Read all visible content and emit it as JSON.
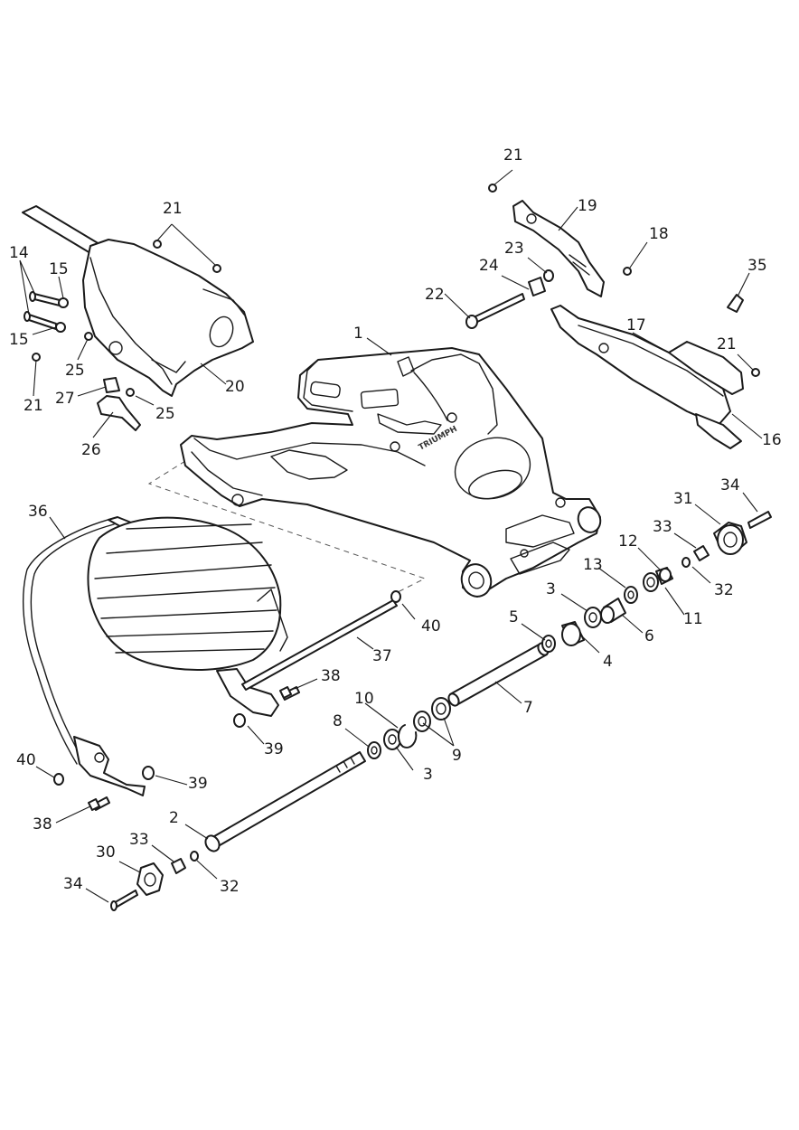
{
  "labels": [
    {
      "id": "l1",
      "text": "1"
    },
    {
      "id": "l2",
      "text": "2"
    },
    {
      "id": "l3a",
      "text": "3"
    },
    {
      "id": "l3b",
      "text": "3"
    },
    {
      "id": "l4",
      "text": "4"
    },
    {
      "id": "l5",
      "text": "5"
    },
    {
      "id": "l6",
      "text": "6"
    },
    {
      "id": "l7",
      "text": "7"
    },
    {
      "id": "l8",
      "text": "8"
    },
    {
      "id": "l9",
      "text": "9"
    },
    {
      "id": "l10",
      "text": "10"
    },
    {
      "id": "l11",
      "text": "11"
    },
    {
      "id": "l12",
      "text": "12"
    },
    {
      "id": "l13",
      "text": "13"
    },
    {
      "id": "l14",
      "text": "14"
    },
    {
      "id": "l15a",
      "text": "15"
    },
    {
      "id": "l15b",
      "text": "15"
    },
    {
      "id": "l16",
      "text": "16"
    },
    {
      "id": "l17",
      "text": "17"
    },
    {
      "id": "l18",
      "text": "18"
    },
    {
      "id": "l19",
      "text": "19"
    },
    {
      "id": "l20",
      "text": "20"
    },
    {
      "id": "l21a",
      "text": "21"
    },
    {
      "id": "l21b",
      "text": "21"
    },
    {
      "id": "l21c",
      "text": "21"
    },
    {
      "id": "l21d",
      "text": "21"
    },
    {
      "id": "l22",
      "text": "22"
    },
    {
      "id": "l23",
      "text": "23"
    },
    {
      "id": "l24",
      "text": "24"
    },
    {
      "id": "l25a",
      "text": "25"
    },
    {
      "id": "l25b",
      "text": "25"
    },
    {
      "id": "l26",
      "text": "26"
    },
    {
      "id": "l27",
      "text": "27"
    },
    {
      "id": "l30",
      "text": "30"
    },
    {
      "id": "l31",
      "text": "31"
    },
    {
      "id": "l32a",
      "text": "32"
    },
    {
      "id": "l32b",
      "text": "32"
    },
    {
      "id": "l33a",
      "text": "33"
    },
    {
      "id": "l33b",
      "text": "33"
    },
    {
      "id": "l34a",
      "text": "34"
    },
    {
      "id": "l34b",
      "text": "34"
    },
    {
      "id": "l35",
      "text": "35"
    },
    {
      "id": "l36",
      "text": "36"
    },
    {
      "id": "l37",
      "text": "37"
    },
    {
      "id": "l38a",
      "text": "38"
    },
    {
      "id": "l38b",
      "text": "38"
    },
    {
      "id": "l39a",
      "text": "39"
    },
    {
      "id": "l39b",
      "text": "39"
    },
    {
      "id": "l40a",
      "text": "40"
    },
    {
      "id": "l40b",
      "text": "40"
    }
  ],
  "brand_mark": "TRIUMPH"
}
